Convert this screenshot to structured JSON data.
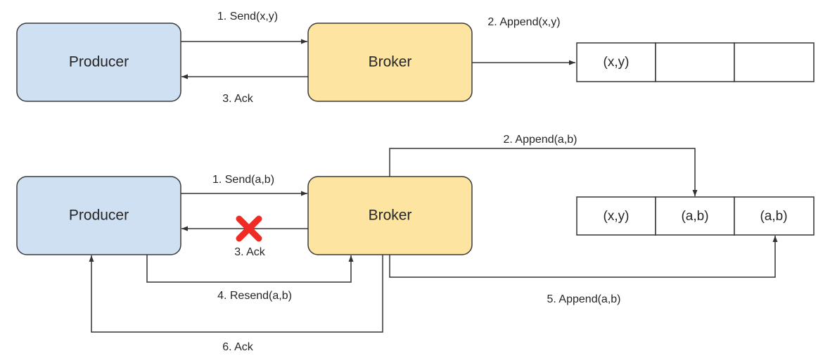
{
  "top": {
    "producer_label": "Producer",
    "broker_label": "Broker",
    "edges": {
      "send": "1. Send(x,y)",
      "append": "2. Append(x,y)",
      "ack": "3. Ack"
    },
    "log_cells": [
      "(x,y)",
      "",
      ""
    ]
  },
  "bottom": {
    "producer_label": "Producer",
    "broker_label": "Broker",
    "edges": {
      "send": "1. Send(a,b)",
      "append_first": "2. Append(a,b)",
      "ack_failed": "3. Ack",
      "resend": "4. Resend(a,b)",
      "append_second": "5. Append(a,b)",
      "ack_final": "6. Ack"
    },
    "log_cells": [
      "(x,y)",
      "(a,b)",
      "(a,b)"
    ]
  },
  "colors": {
    "producer_fill": "#cfe0f3",
    "broker_fill": "#fde4a0",
    "failure_mark": "#ef2b24"
  },
  "icons": {
    "failure": "x-mark-icon"
  }
}
